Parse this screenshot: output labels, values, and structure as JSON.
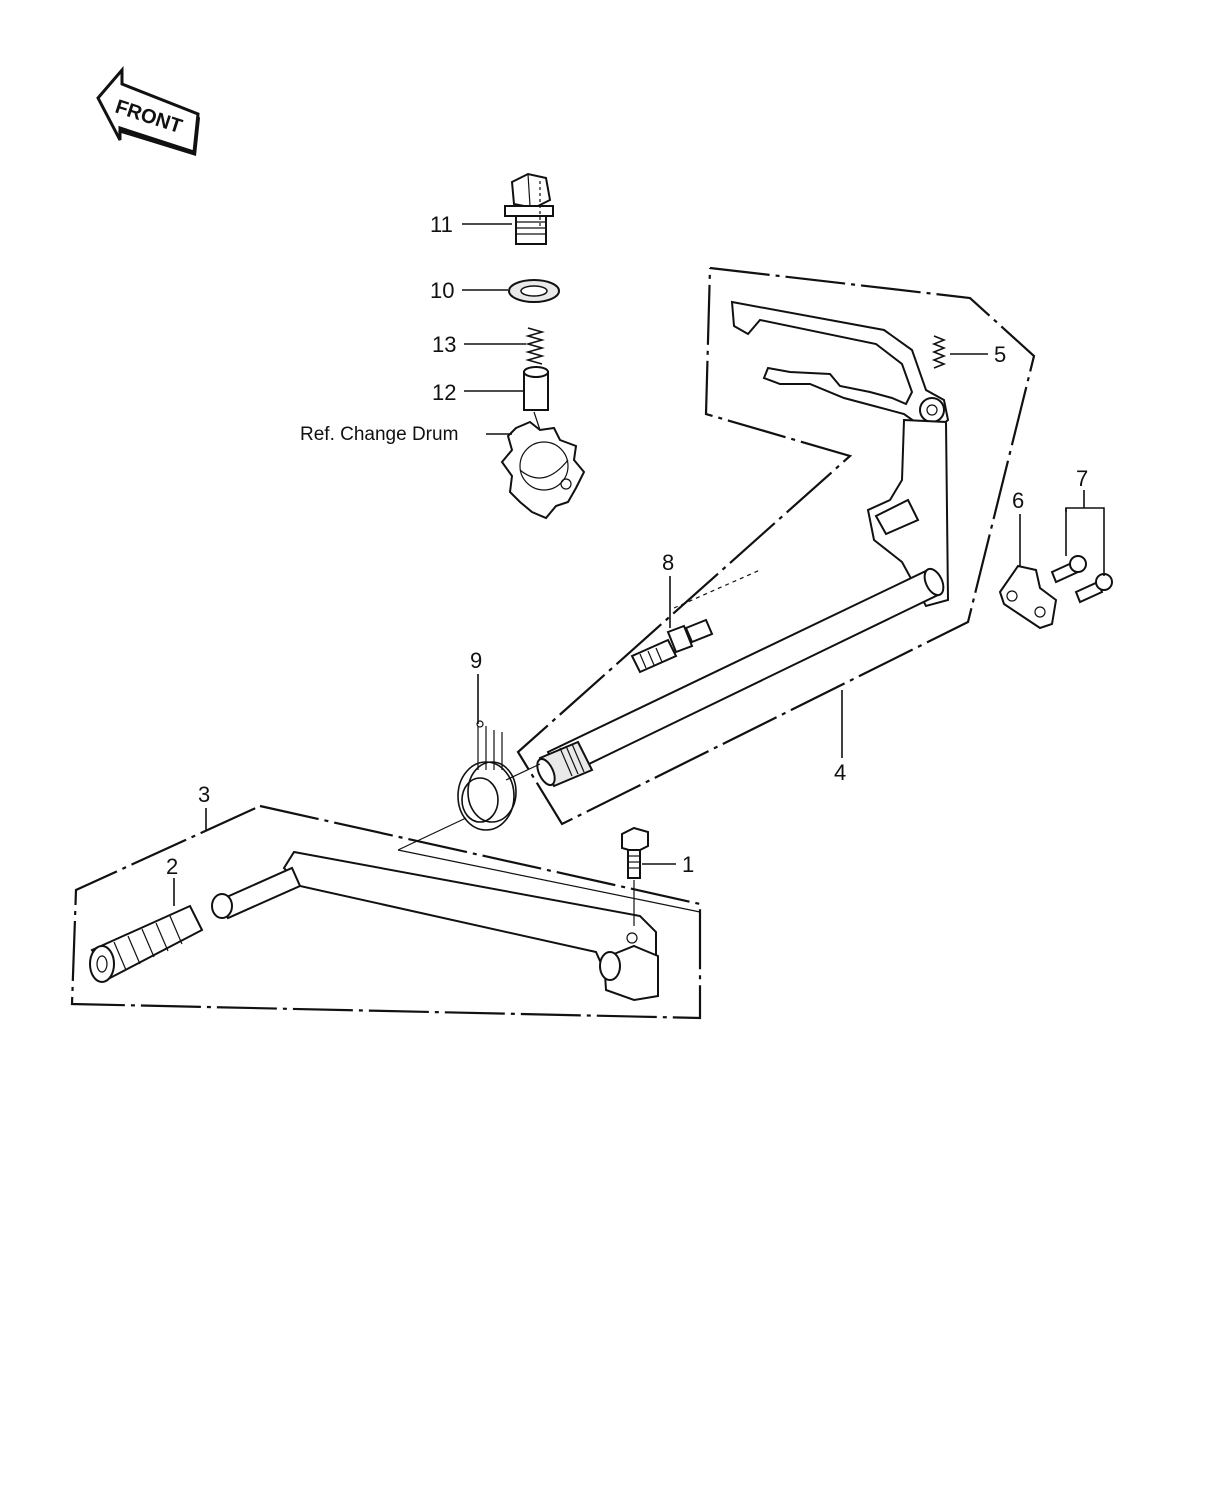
{
  "front_badge": "FRONT",
  "reference_label": "Ref. Change Drum",
  "callouts": {
    "c1": "1",
    "c2": "2",
    "c3": "3",
    "c4": "4",
    "c5": "5",
    "c6": "6",
    "c7": "7",
    "c8": "8",
    "c9": "9",
    "c10": "10",
    "c11": "11",
    "c12": "12",
    "c13": "13"
  }
}
